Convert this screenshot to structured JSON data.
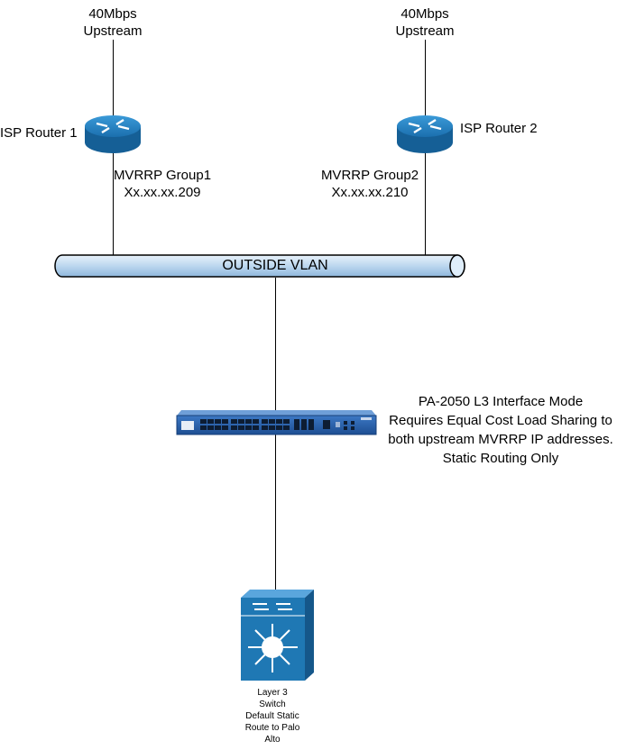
{
  "isp1": {
    "uplink_speed": "40Mbps",
    "uplink_dir": "Upstream",
    "name": "ISP Router 1",
    "group": "MVRRP Group1",
    "ip": "Xx.xx.xx.209"
  },
  "isp2": {
    "uplink_speed": "40Mbps",
    "uplink_dir": "Upstream",
    "name": "ISP Router 2",
    "group": "MVRRP Group2",
    "ip": "Xx.xx.xx.210"
  },
  "vlan": {
    "label": "OUTSIDE VLAN"
  },
  "firewall": {
    "notes": [
      "PA-2050 L3 Interface Mode",
      "Requires Equal Cost Load Sharing to",
      "both upstream MVRRP IP addresses.",
      "Static Routing Only"
    ]
  },
  "switch": {
    "lines": [
      "Layer 3",
      "Switch",
      "Default Static",
      "Route to Palo",
      "Alto"
    ]
  },
  "colors": {
    "router_blue": "#1b7cc0",
    "firewall_blue": "#2a5fa8",
    "switch_blue": "#1f78b4",
    "pipe_blue": "#cfe3f5"
  }
}
